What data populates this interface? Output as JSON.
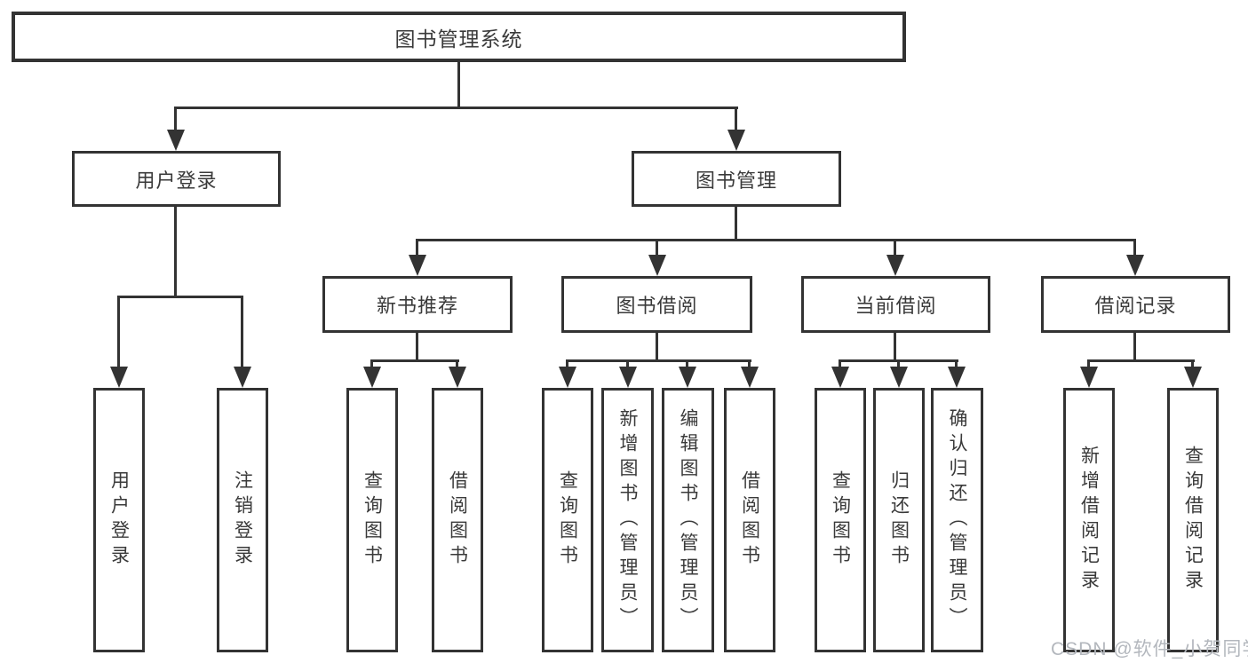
{
  "diagram": {
    "root": {
      "label": "图书管理系统"
    },
    "level2": [
      {
        "label": "用户登录"
      },
      {
        "label": "图书管理"
      }
    ],
    "level3": [
      {
        "label": "新书推荐"
      },
      {
        "label": "图书借阅"
      },
      {
        "label": "当前借阅"
      },
      {
        "label": "借阅记录"
      }
    ],
    "leaves": {
      "user_login": [
        "用户登录",
        "注销登录"
      ],
      "new_book": [
        "查询图书",
        "借阅图书"
      ],
      "book_borrow": [
        "查询图书",
        "新增图书（管理员）",
        "编辑图书（管理员）",
        "借阅图书"
      ],
      "current_borrow": [
        "查询图书",
        "归还图书",
        "确认归还（管理员）"
      ],
      "borrow_records": [
        "新增借阅记录",
        "查询借阅记录"
      ]
    },
    "watermark": "CSDN @软件_小贺同学",
    "colors": {
      "line": "#333333",
      "text": "#3a3a3a",
      "watermark": "#b3b7bd",
      "background": "#ffffff"
    }
  }
}
